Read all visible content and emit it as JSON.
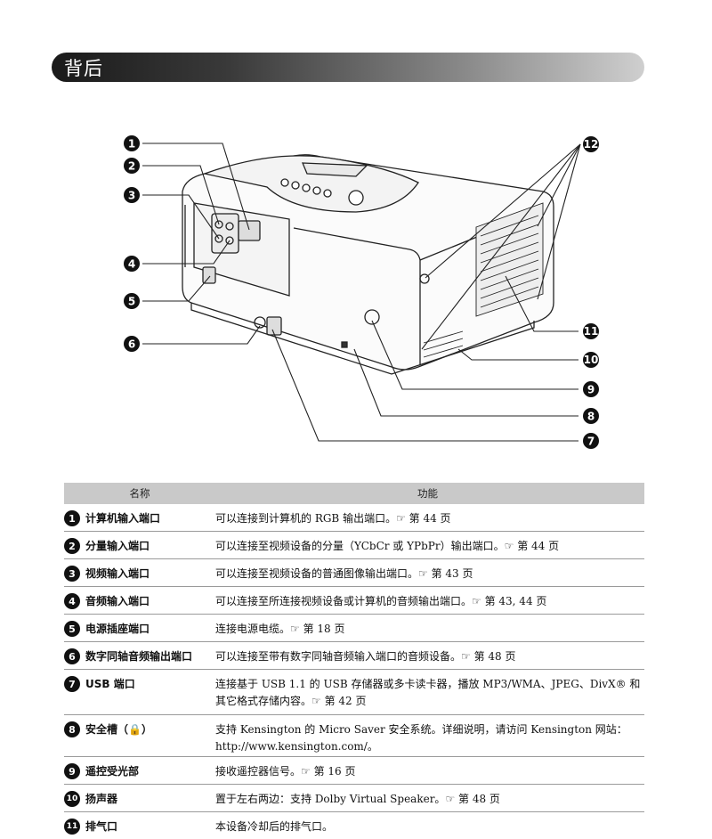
{
  "banner": {
    "title": "背后"
  },
  "figure": {
    "callouts": [
      "1",
      "2",
      "3",
      "4",
      "5",
      "6",
      "7",
      "8",
      "9",
      "10",
      "11",
      "12"
    ]
  },
  "table": {
    "headers": {
      "name": "名称",
      "function": "功能"
    },
    "rows": [
      {
        "num": "1",
        "name": "计算机输入端口",
        "desc": "可以连接到计算机的 RGB 输出端口。",
        "ref_icon": "☞",
        "ref": " 第 44 页"
      },
      {
        "num": "2",
        "name": "分量输入端口",
        "desc": "可以连接至视频设备的分量（YCbCr 或 YPbPr）输出端口。",
        "ref_icon": "☞",
        "ref": " 第 44 页"
      },
      {
        "num": "3",
        "name": "视频输入端口",
        "desc": "可以连接至视频设备的普通图像输出端口。",
        "ref_icon": "☞",
        "ref": " 第 43 页"
      },
      {
        "num": "4",
        "name": "音频输入端口",
        "desc": "可以连接至所连接视频设备或计算机的音频输出端口。",
        "ref_icon": "☞",
        "ref": " 第 43, 44 页"
      },
      {
        "num": "5",
        "name": "电源插座端口",
        "desc": "连接电源电缆。",
        "ref_icon": "☞",
        "ref": " 第 18 页"
      },
      {
        "num": "6",
        "name": "数字同轴音频输出端口",
        "desc": "可以连接至带有数字同轴音频输入端口的音频设备。",
        "ref_icon": "☞",
        "ref": " 第 48 页"
      },
      {
        "num": "7",
        "name": "USB 端口",
        "desc": "连接基于 USB 1.1 的 USB 存储器或多卡读卡器，播放 MP3/WMA、JPEG、DivX® 和其它格式存储内容。",
        "ref_icon": "☞",
        "ref": " 第 42 页"
      },
      {
        "num": "8",
        "name": "安全槽（🔒）",
        "desc": "支持 Kensington 的 Micro Saver 安全系统。详细说明，请访问 Kensington 网站：http://www.kensington.com/。",
        "ref_icon": "",
        "ref": ""
      },
      {
        "num": "9",
        "name": "遥控受光部",
        "desc": "接收遥控器信号。",
        "ref_icon": "☞",
        "ref": " 第 16 页"
      },
      {
        "num": "10",
        "name": "扬声器",
        "desc": "置于左右两边：支持 Dolby Virtual Speaker。",
        "ref_icon": "☞",
        "ref": " 第 48 页"
      },
      {
        "num": "11",
        "name": "排气口",
        "desc": "本设备冷却后的排气口。",
        "ref_icon": "",
        "ref": ""
      }
    ]
  }
}
